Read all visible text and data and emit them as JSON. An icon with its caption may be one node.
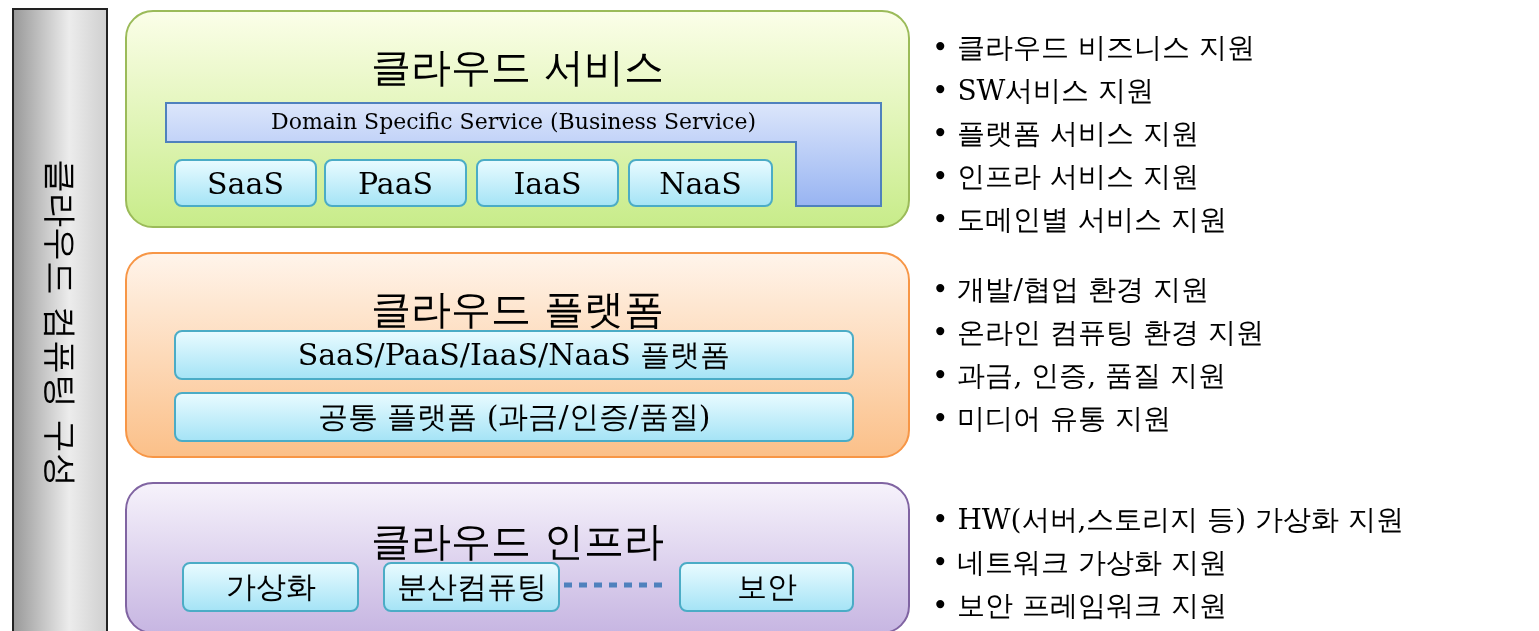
{
  "diagram": {
    "nodes": [
      {
        "text": [
          "클라우드 컴퓨팅 구성"
        ]
      },
      {
        "text": [
          "클라우드 서비스"
        ],
        "beside": [
          "• 클라우드 비즈니스 지원",
          "• SW서비스 지원",
          "• 플랫폼 서비스 지원",
          "• 인프라 서비스 지원",
          "• 도메인별 서비스 지원"
        ]
      },
      {
        "text": [
          "Domain Specific Service (Business Service)"
        ],
        "in": 1
      },
      {
        "text": [
          "SaaS"
        ],
        "in": 1
      },
      {
        "text": [
          "PaaS"
        ],
        "in": 1
      },
      {
        "text": [
          "IaaS"
        ],
        "in": 1
      },
      {
        "text": [
          "NaaS"
        ],
        "in": 1
      },
      {
        "text": [
          "클라우드 플랫폼"
        ],
        "beside": [
          "• 개발/협업 환경 지원",
          "• 온라인 컴퓨팅 환경 지원",
          "• 과금, 인증, 품질 지원",
          "• 미디어 유통 지원"
        ]
      },
      {
        "text": [
          "SaaS/PaaS/IaaS/NaaS 플랫폼"
        ],
        "in": 7
      },
      {
        "text": [
          "공통 플랫폼 (과금/인증/품질)"
        ],
        "in": 7
      },
      {
        "text": [
          "클라우드 인프라"
        ],
        "beside": [
          "• HW(서버,스토리지 등) 가상화 지원",
          "• 네트워크 가상화 지원",
          "• 보안 프레임워크 지원"
        ]
      },
      {
        "text": [
          "가상화"
        ],
        "in": 10
      },
      {
        "text": [
          "분산컴퓨팅"
        ],
        "in": 10
      },
      {
        "text": [
          "보안"
        ],
        "in": 10
      }
    ]
  }
}
